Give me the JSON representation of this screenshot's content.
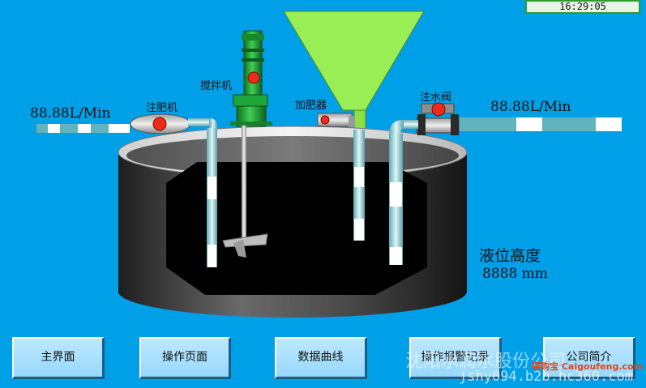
{
  "clock": "16:29:05",
  "labels": {
    "left_flow": "88.88L/Min",
    "right_flow": "88.88L/Min",
    "fertilizer_pump": "注肥机",
    "agitator": "搅拌机",
    "feeder": "加肥器",
    "water_valve": "注水阀",
    "level_title": "液位高度",
    "level_value": "8888 mm"
  },
  "nav": {
    "main": "主界面",
    "operation": "操作页面",
    "curves": "数据曲线",
    "alarms": "操作报警记录",
    "company": "公司简介"
  },
  "watermark": {
    "overlay": "沈阳水润水股份公司",
    "site": "jshy094.b2b.hc360.com",
    "logo_cn": "采购宝",
    "logo_url": "Caigoufeng.com"
  },
  "colors": {
    "background": "#00a0e8",
    "hopper": "#99ee55",
    "motor": "#1fa63a",
    "indicator": "#ee2a1a"
  }
}
